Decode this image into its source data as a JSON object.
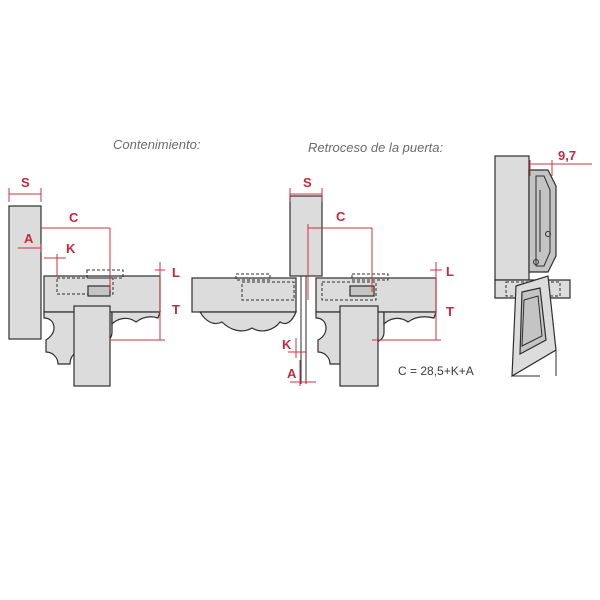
{
  "titles": {
    "left": "Contenimiento:",
    "middle": "Retroceso de la puerta:"
  },
  "labels": {
    "s": "S",
    "c": "C",
    "a": "A",
    "k": "K",
    "l": "L",
    "t": "T",
    "dim_97": "9,7"
  },
  "formula": "C = 28,5+K+A",
  "colors": {
    "dimension": "#d23040",
    "part_fill": "#dcdcdc",
    "outline": "#2e2e2e"
  }
}
